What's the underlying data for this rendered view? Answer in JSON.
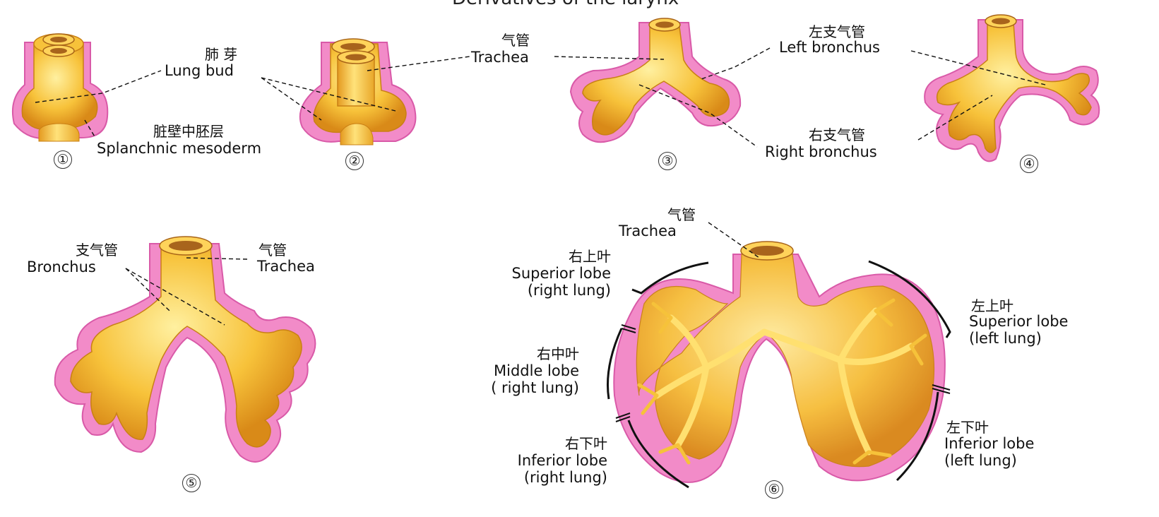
{
  "top_cut_title": "Derivatives of the larynx",
  "labels": {
    "lung_bud": {
      "cn": "肺 芽",
      "en": "Lung bud"
    },
    "splanchnic": {
      "cn": "脏壁中胚层",
      "en": "Splanchnic mesoderm"
    },
    "trachea_top": {
      "cn": "气管",
      "en": "Trachea"
    },
    "left_bronchus": {
      "cn": "左支气管",
      "en": "Left bronchus"
    },
    "right_bronchus": {
      "cn": "右支气管",
      "en": "Right bronchus"
    },
    "bronchus_5": {
      "cn": "支气管",
      "en": "Bronchus"
    },
    "trachea_5": {
      "cn": "气管",
      "en": "Trachea"
    },
    "trachea_6": {
      "cn": "气管",
      "en": "Trachea"
    },
    "right_sup": {
      "cn": "右上叶",
      "en1": "Superior lobe",
      "en2": "(right lung)"
    },
    "right_mid": {
      "cn": "右中叶",
      "en1": "Middle lobe",
      "en2": "( right lung)"
    },
    "right_inf": {
      "cn": "右下叶",
      "en1": "Inferior lobe",
      "en2": "(right lung)"
    },
    "left_sup": {
      "cn": "左上叶",
      "en1": "Superior lobe",
      "en2": "(left lung)"
    },
    "left_inf": {
      "cn": "左下叶",
      "en1": "Inferior lobe",
      "en2": "(left  lung)"
    }
  },
  "stages": [
    "①",
    "②",
    "③",
    "④",
    "⑤",
    "⑥"
  ],
  "colors": {
    "mesoderm": "#f28bc8",
    "mesoderm_edge": "#d95aa8",
    "endoderm": "#f7c23a",
    "endoderm_light": "#ffe98a",
    "endoderm_dark": "#d9901a",
    "lumen": "#a8641c"
  }
}
